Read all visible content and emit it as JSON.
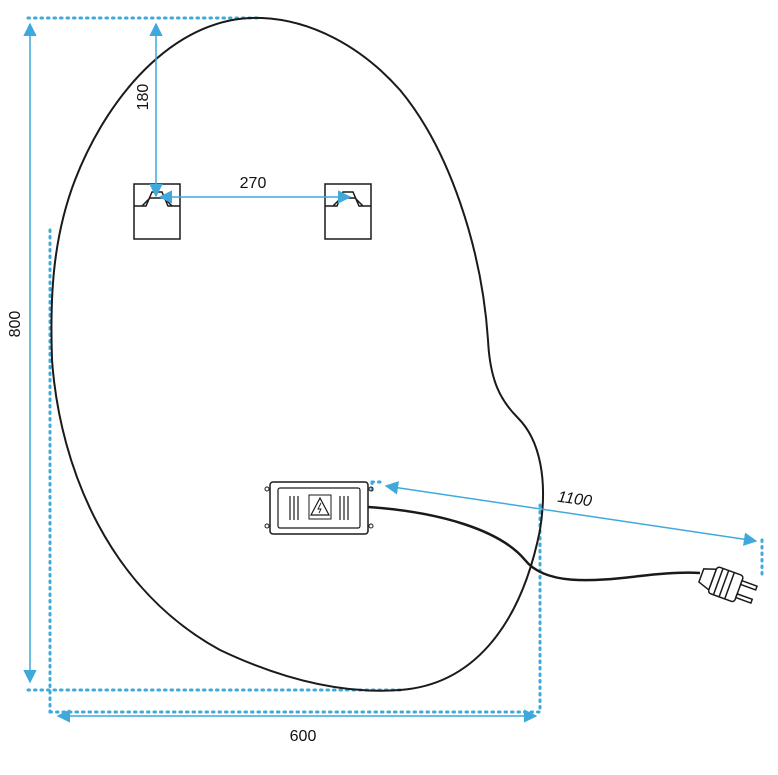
{
  "dimensions": {
    "hanger_offset": "180",
    "hanger_spacing": "270",
    "height": "800",
    "width": "600",
    "cable_length": "1100"
  },
  "colors": {
    "dimension": "#3fa9db",
    "outline": "#1a1a1a"
  },
  "icons": [
    "hanger-bracket-icon",
    "power-supply-box-icon",
    "warning-triangle-icon",
    "power-plug-icon"
  ]
}
